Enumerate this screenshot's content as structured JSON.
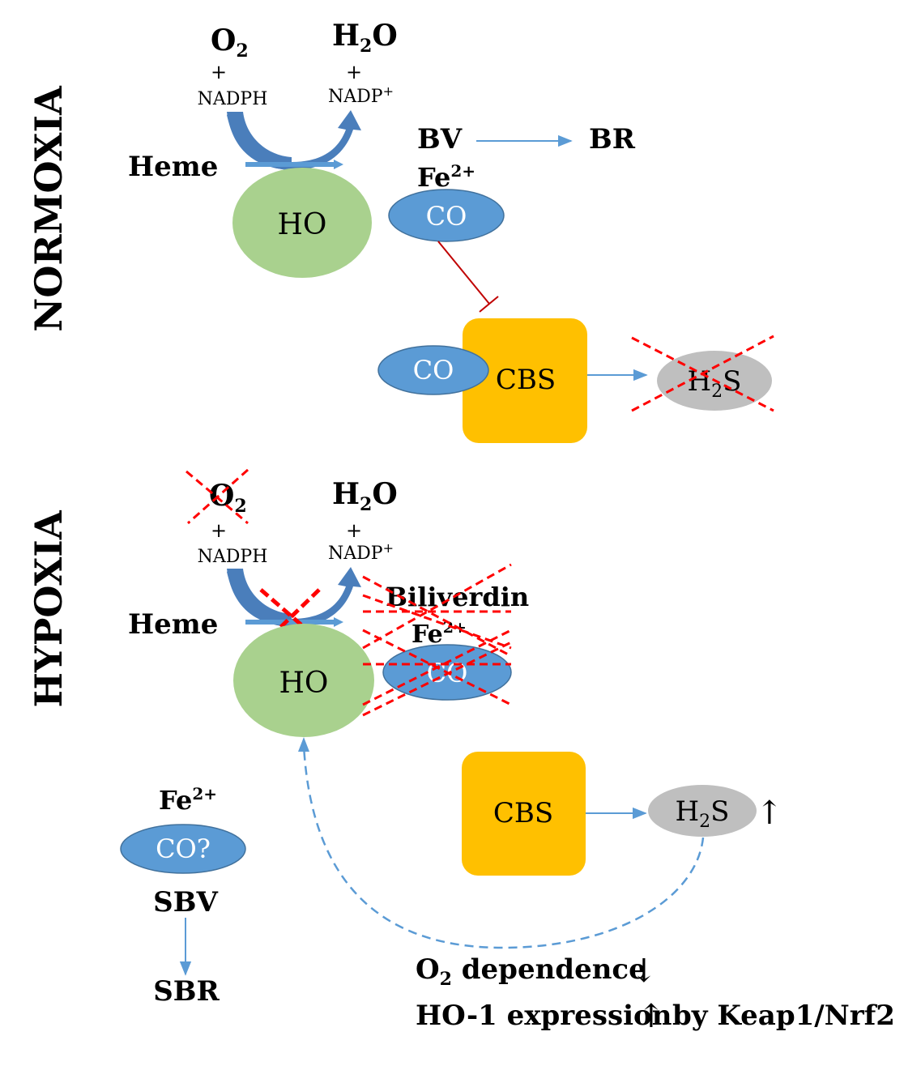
{
  "normoxia": {
    "section_label": "NORMOXIA",
    "o2": "O",
    "o2_sub": "2",
    "plus_left": "+",
    "nadph": "NADPH",
    "h2o_h": "H",
    "h2o_sub": "2",
    "h2o_o": "O",
    "plus_right": "+",
    "nadp": "NADP",
    "nadp_sup": "+",
    "heme": "Heme",
    "ho": "HO",
    "bv": "BV",
    "br": "BR",
    "fe": "Fe",
    "fe_sup": "2+",
    "co_free": "CO",
    "co_bound": "CO",
    "cbs": "CBS",
    "h2s_h": "H",
    "h2s_sub": "2",
    "h2s_s": "S"
  },
  "hypoxia": {
    "section_label": "HYPOXIA",
    "o2": "O",
    "o2_sub": "2",
    "plus_left": "+",
    "nadph": "NADPH",
    "h2o_h": "H",
    "h2o_sub": "2",
    "h2o_o": "O",
    "plus_right": "+",
    "nadp": "NADP",
    "nadp_sup": "+",
    "heme": "Heme",
    "ho": "HO",
    "biliverdin": "Biliverdin",
    "fe": "Fe",
    "fe_sup": "2+",
    "co_crossed": "CO",
    "fe_left": "Fe",
    "fe_left_sup": "2+",
    "co_question": "CO?",
    "sbv": "SBV",
    "sbr": "SBR",
    "cbs": "CBS",
    "h2s_h": "H",
    "h2s_sub": "2",
    "h2s_s": "S",
    "h2s_up": "↑",
    "note_o2": "O",
    "note_o2_sub": "2",
    "note_o2_rest": " dependence",
    "note_down": "↓",
    "note_ho1": "HO-1 expression",
    "note_up": "↑",
    "note_keap": "by Keap1/Nrf2"
  },
  "colors": {
    "ho_green": "#a9d18e",
    "co_blue": "#5b9bd5",
    "cbs_orange": "#ffc000",
    "h2s_gray": "#bfbfbf",
    "arrow_blue": "#5b9bd5",
    "curve_blue": "#4a7ebb",
    "inhibit_red": "#c00000",
    "cross_red": "#ff0000"
  }
}
